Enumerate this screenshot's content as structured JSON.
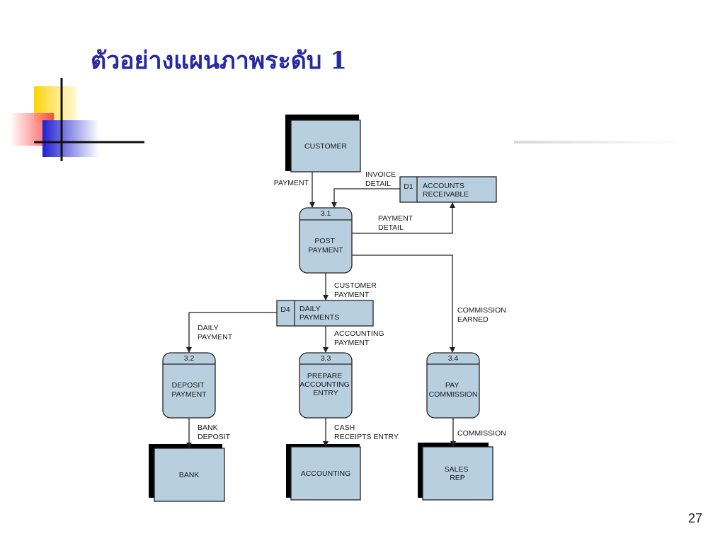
{
  "slide": {
    "title": "ตัวอย่างแผนภาพระดับ 1",
    "page_number": "27"
  },
  "entities": {
    "customer": "CUSTOMER",
    "bank": "BANK",
    "accounting": "ACCOUNTING",
    "sales_rep": [
      "SALES",
      "REP"
    ]
  },
  "stores": {
    "d1": {
      "id": "D1",
      "label": [
        "ACCOUNTS",
        "RECEIVABLE"
      ]
    },
    "d4": {
      "id": "D4",
      "label": [
        "DAILY",
        "PAYMENTS"
      ]
    }
  },
  "processes": {
    "p31": {
      "id": "3.1",
      "label": [
        "POST",
        "PAYMENT"
      ]
    },
    "p32": {
      "id": "3.2",
      "label": [
        "DEPOSIT",
        "PAYMENT"
      ]
    },
    "p33": {
      "id": "3.3",
      "label": [
        "PREPARE",
        "ACCOUNTING",
        "ENTRY"
      ]
    },
    "p34": {
      "id": "3.4",
      "label": [
        "PAY",
        "COMMISSION"
      ]
    }
  },
  "flows": {
    "payment": [
      "PAYMENT"
    ],
    "invoice_detail": [
      "INVOICE",
      "DETAIL"
    ],
    "payment_detail": [
      "PAYMENT",
      "DETAIL"
    ],
    "customer_payment": [
      "CUSTOMER",
      "PAYMENT"
    ],
    "commission_earned": [
      "COMMISSION",
      "EARNED"
    ],
    "daily_payment": [
      "DAILY",
      "PAYMENT"
    ],
    "accounting_payment": [
      "ACCOUNTING",
      "PAYMENT"
    ],
    "bank_deposit": [
      "BANK",
      "DEPOSIT"
    ],
    "cash_receipts_entry": [
      "CASH",
      "RECEIPTS ENTRY"
    ],
    "commission": [
      "COMMISSION"
    ]
  }
}
